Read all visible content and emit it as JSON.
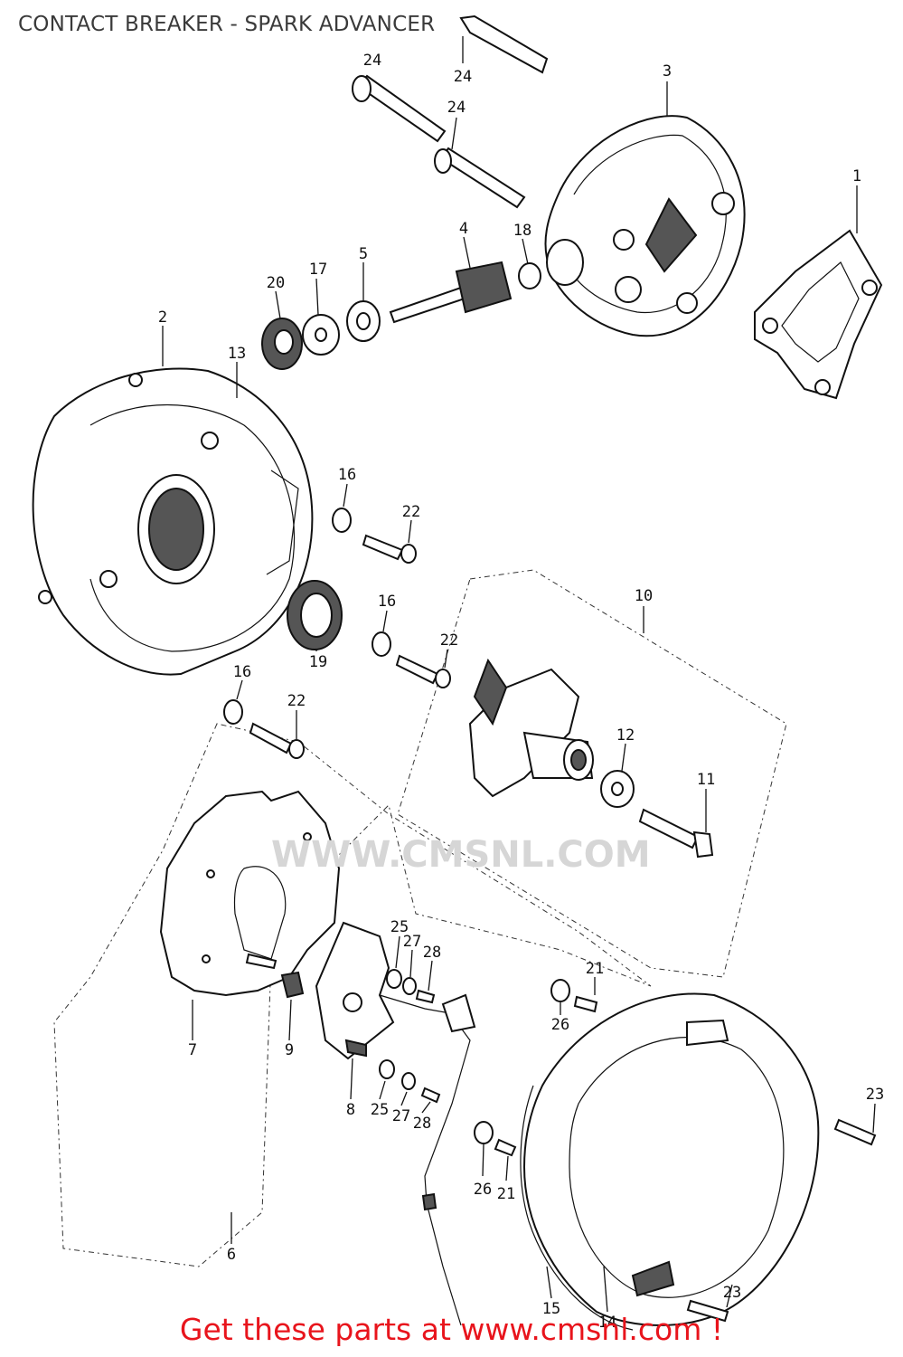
{
  "header": {
    "title": "CONTACT BREAKER - SPARK ADVANCER"
  },
  "footer": {
    "text": "Get these parts at www.cmsnl.com !"
  },
  "watermark": {
    "text": "WWW.CMSNL.COM"
  },
  "colors": {
    "footer": "#e8141c",
    "watermark": "#d6d6d6",
    "lines": "#111111"
  },
  "callouts": [
    {
      "id": "c24a",
      "text": "24"
    },
    {
      "id": "c24b",
      "text": "24"
    },
    {
      "id": "c24c",
      "text": "24"
    },
    {
      "id": "c3",
      "text": "3"
    },
    {
      "id": "c1",
      "text": "1"
    },
    {
      "id": "c4",
      "text": "4"
    },
    {
      "id": "c18",
      "text": "18"
    },
    {
      "id": "c20",
      "text": "20"
    },
    {
      "id": "c17",
      "text": "17"
    },
    {
      "id": "c5",
      "text": "5"
    },
    {
      "id": "c2",
      "text": "2"
    },
    {
      "id": "c13",
      "text": "13"
    },
    {
      "id": "c16a",
      "text": "16"
    },
    {
      "id": "c22a",
      "text": "22"
    },
    {
      "id": "c10",
      "text": "10"
    },
    {
      "id": "c16b",
      "text": "16"
    },
    {
      "id": "c22b",
      "text": "22"
    },
    {
      "id": "c19",
      "text": "19"
    },
    {
      "id": "c16c",
      "text": "16"
    },
    {
      "id": "c22c",
      "text": "22"
    },
    {
      "id": "c12",
      "text": "12"
    },
    {
      "id": "c11",
      "text": "11"
    },
    {
      "id": "c25a",
      "text": "25"
    },
    {
      "id": "c27a",
      "text": "27"
    },
    {
      "id": "c28a",
      "text": "28"
    },
    {
      "id": "c21a",
      "text": "21"
    },
    {
      "id": "c26a",
      "text": "26"
    },
    {
      "id": "c7",
      "text": "7"
    },
    {
      "id": "c9",
      "text": "9"
    },
    {
      "id": "c8",
      "text": "8"
    },
    {
      "id": "c25b",
      "text": "25"
    },
    {
      "id": "c27b",
      "text": "27"
    },
    {
      "id": "c28b",
      "text": "28"
    },
    {
      "id": "c23a",
      "text": "23"
    },
    {
      "id": "c26b",
      "text": "26"
    },
    {
      "id": "c21b",
      "text": "21"
    },
    {
      "id": "c6",
      "text": "6"
    },
    {
      "id": "c15",
      "text": "15"
    },
    {
      "id": "c14",
      "text": "14"
    },
    {
      "id": "c23b",
      "text": "23"
    }
  ]
}
